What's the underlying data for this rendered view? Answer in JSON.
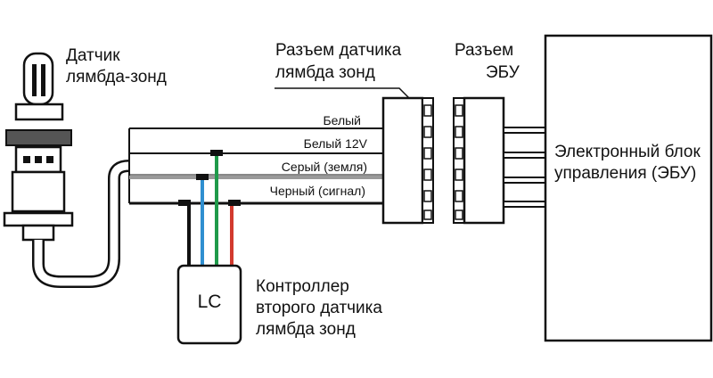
{
  "sensor_label": [
    "Датчик",
    "лямбда-зонд"
  ],
  "sensor_connector_label": [
    "Разъем датчика",
    "лямбда зонд"
  ],
  "ecu_connector_label": [
    "Разъем",
    "ЭБУ"
  ],
  "ecu_label": [
    "Электронный блок",
    "управления (ЭБУ)"
  ],
  "controller_box_label": "LC",
  "controller_label": [
    "Контроллер",
    "второго датчика",
    "лямбда зонд"
  ],
  "wires": [
    {
      "label": "Белый"
    },
    {
      "label": "Белый 12V"
    },
    {
      "label": "Серый (земля)"
    },
    {
      "label": "Черный (сигнал)"
    }
  ],
  "colors": {
    "outline": "#111111",
    "wire_blue": "#2f8fd0",
    "wire_green": "#1f9a4a",
    "wire_red": "#d23a2e",
    "wire_gray": "#9a9a9a"
  }
}
